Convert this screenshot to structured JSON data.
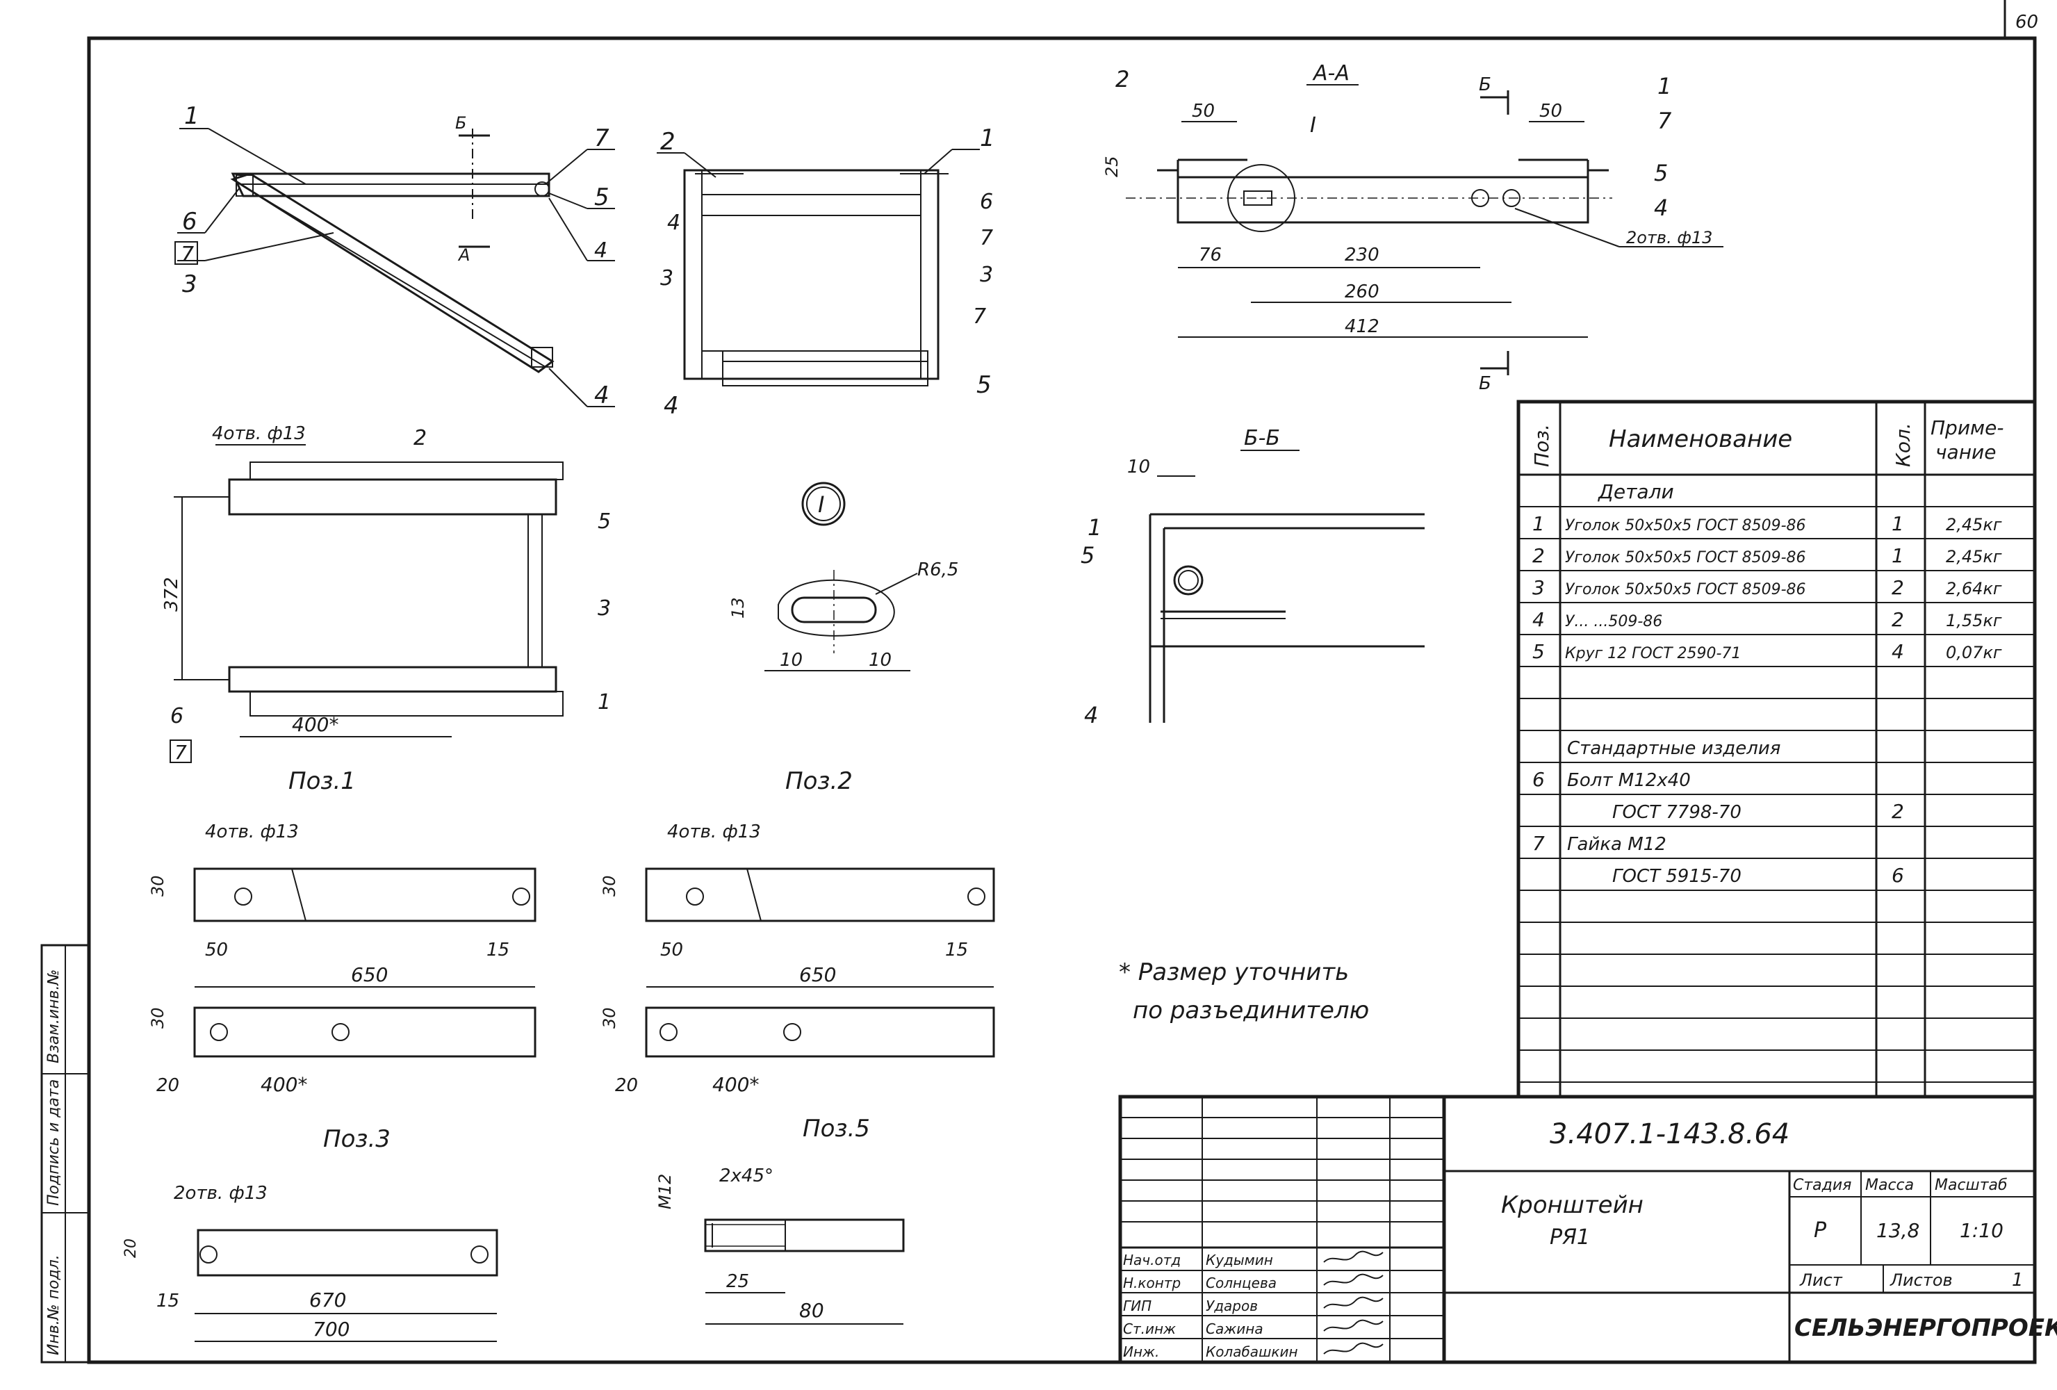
{
  "corner_number": "60",
  "doc_code": "3.407.1-143.8.64",
  "title_line1": "Кронштейн",
  "title_line2": "РЯ1",
  "stage_label": "Стадия",
  "mass_label": "Масса",
  "scale_label": "Масштаб",
  "stage_value": "Р",
  "mass_value": "13,8",
  "scale_value": "1:10",
  "sheet_label": "Лист",
  "sheets_label": "Листов",
  "sheets_value": "1",
  "organization": "СЕЛЬЭНЕРГОПРОЕКТ",
  "signatures": [
    {
      "role": "Нач.отд",
      "name": "Кудымин"
    },
    {
      "role": "Н.контр",
      "name": "Солнцева"
    },
    {
      "role": "ГИП",
      "name": "Ударов"
    },
    {
      "role": "Ст.инж",
      "name": "Сажина"
    },
    {
      "role": "Инж.",
      "name": "Колабашкин"
    }
  ],
  "side_stamp": {
    "inv_orig": "Инв.№ подл.",
    "signature_date": "Подпись и дата",
    "replaced_inv": "Взам.инв.№"
  },
  "spec_header": {
    "pos": "Поз.",
    "name": "Наименование",
    "qty": "Кол.",
    "note": "Приме-\nчание"
  },
  "spec_header_note_1": "Приме-",
  "spec_header_note_2": "чание",
  "spec_section_details": "Детали",
  "spec_rows": [
    {
      "pos": "1",
      "name": "Уголок 50x50x5 ГОСТ 8509-86",
      "qty": "1",
      "note": "2,45кг"
    },
    {
      "pos": "2",
      "name": "Уголок 50x50x5 ГОСТ 8509-86",
      "qty": "1",
      "note": "2,45кг"
    },
    {
      "pos": "3",
      "name": "Уголок 50x50x5 ГОСТ 8509-86",
      "qty": "2",
      "note": "2,64кг"
    },
    {
      "pos": "4",
      "name": "У...  ...509-86",
      "qty": "2",
      "note": "1,55кг"
    },
    {
      "pos": "5",
      "name": "Круг 12 ГОСТ 2590-71",
      "qty": "4",
      "note": "0,07кг"
    }
  ],
  "spec_section_std": "Стандартные изделия",
  "spec_std": [
    {
      "pos": "6",
      "name": "Болт М12х40",
      "qty": "",
      "note": ""
    },
    {
      "pos": "",
      "name": "ГОСТ 7798-70",
      "qty": "2",
      "note": ""
    },
    {
      "pos": "7",
      "name": "Гайка М12",
      "qty": "",
      "note": ""
    },
    {
      "pos": "",
      "name": "ГОСТ 5915-70",
      "qty": "6",
      "note": ""
    }
  ],
  "note_line1": "* Размер уточнить",
  "note_line2": "по разъединителю",
  "view_labels": {
    "section_aa": "А-А",
    "section_bb": "Б-Б",
    "detail_i": "I",
    "pos1": "Поз.1",
    "pos2": "Поз.2",
    "pos3": "Поз.3",
    "pos5": "Поз.5"
  },
  "callouts": {
    "c1": "1",
    "c2": "2",
    "c3": "3",
    "c4": "4",
    "c5": "5",
    "c6": "6",
    "c7": "7",
    "cA": "А",
    "cB": "Б",
    "cI": "I"
  },
  "dims": {
    "aa_50l": "50",
    "aa_50r": "50",
    "aa_25": "25",
    "aa_76": "76",
    "aa_230": "230",
    "aa_260": "260",
    "aa_412": "412",
    "aa_holes": "2отв. ф13",
    "p1_holes": "4отв. ф13",
    "p1_372": "372",
    "p1_400": "400*",
    "p2_r": "R6,5",
    "p2_13": "13",
    "p2_10a": "10",
    "p2_10b": "10",
    "bb_10": "10",
    "p3_holes": "4отв. ф13",
    "p3_30a": "30",
    "p3_50": "50",
    "p3_15": "15",
    "p3_650": "650",
    "p3_30b": "30",
    "p3_20": "20",
    "p3_400": "400*",
    "p5_holes": "4отв. ф13",
    "p5_30a": "30",
    "p5_50": "50",
    "p5_15": "15",
    "p5_650": "650",
    "p5_30b": "30",
    "p5_20": "20",
    "p5_400": "400*",
    "p4_holes": "2отв. ф13",
    "p4_20": "20",
    "p4_15": "15",
    "p4_670": "670",
    "p4_700": "700",
    "b_m12": "М12",
    "b_chamfer": "2x45°",
    "b_25": "25",
    "b_80": "80"
  }
}
